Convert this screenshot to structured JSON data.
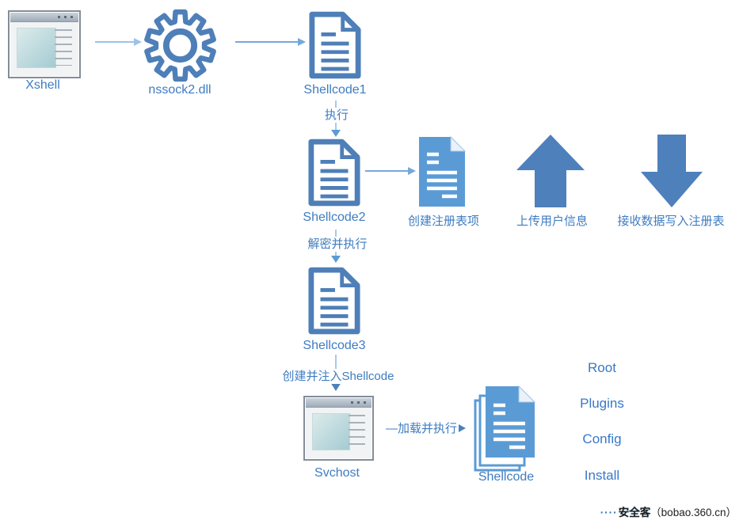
{
  "nodes": {
    "xshell": "Xshell",
    "nssock": "nssock2.dll",
    "shellcode1": "Shellcode1",
    "shellcode2": "Shellcode2",
    "registry": "创建注册表项",
    "upload": "上传用户信息",
    "receive": "接收数据写入注册表",
    "shellcode3": "Shellcode3",
    "svchost": "Svchost",
    "stack": "Shellcode"
  },
  "edges": {
    "execute": "执行",
    "decrypt": "解密并执行",
    "inject": "创建并注入Shellcode",
    "load": "—加载并执行"
  },
  "modules": [
    "Root",
    "Plugins",
    "Config",
    "Install"
  ],
  "watermark": {
    "dots": "····",
    "brand": "安全客",
    "site": "（bobao.360.cn）"
  },
  "colors": {
    "outline_blue": "#4E7FB8",
    "fill_blue": "#5B9BD5",
    "block_arrow_blue": "#4E80BC",
    "label_blue": "#3E7CC1",
    "thin_arrow_blue": "#76A7DB"
  }
}
